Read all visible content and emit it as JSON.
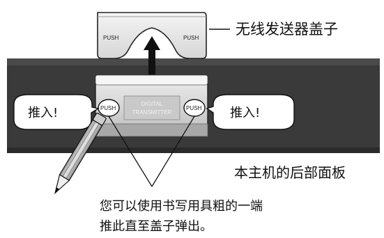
{
  "cover": {
    "push_left": "PUSH",
    "push_right": "PUSH",
    "label": "无线发送器盖子"
  },
  "transmitter": {
    "line1": "DIGITAL",
    "line2": "TRANSMITTER",
    "push_left": "PUSH",
    "push_right": "PUSH"
  },
  "callouts": {
    "left": "推入!",
    "right": "推入!"
  },
  "panel_label": "本主机的后部面板",
  "instruction": {
    "line1": "您可以使用书写用具粗的一端",
    "line2": "推此直至盖子弹出。"
  },
  "icons": [
    "pencil-icon",
    "up-arrow-icon"
  ]
}
